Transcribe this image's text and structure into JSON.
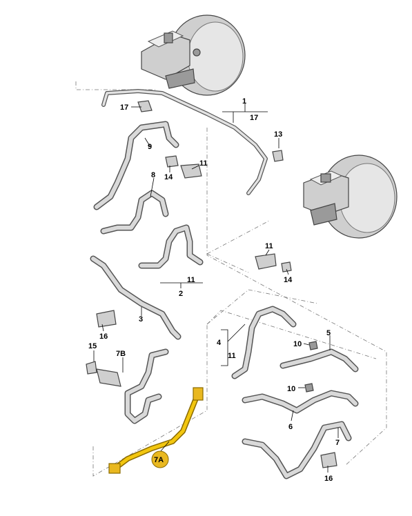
{
  "labels": {
    "l1": "1",
    "l17a": "17",
    "l17b": "17",
    "l13": "13",
    "l9": "9",
    "l14a": "14",
    "l11a": "11",
    "l8": "8",
    "l11b": "11",
    "l2": "2",
    "l11c": "11",
    "l14b": "14",
    "l3": "3",
    "l16a": "16",
    "l4": "4",
    "l11d": "11",
    "l10a": "10",
    "l5": "5",
    "l15": "15",
    "l7b": "7B",
    "l10b": "10",
    "l6": "6",
    "l7": "7",
    "l16b": "16",
    "l7a": "7A"
  },
  "colors": {
    "hose_outline": "#555555",
    "hose_fill": "#d9d9d9",
    "highlight": "#f2c60f",
    "label_badge": "#e9b820"
  }
}
